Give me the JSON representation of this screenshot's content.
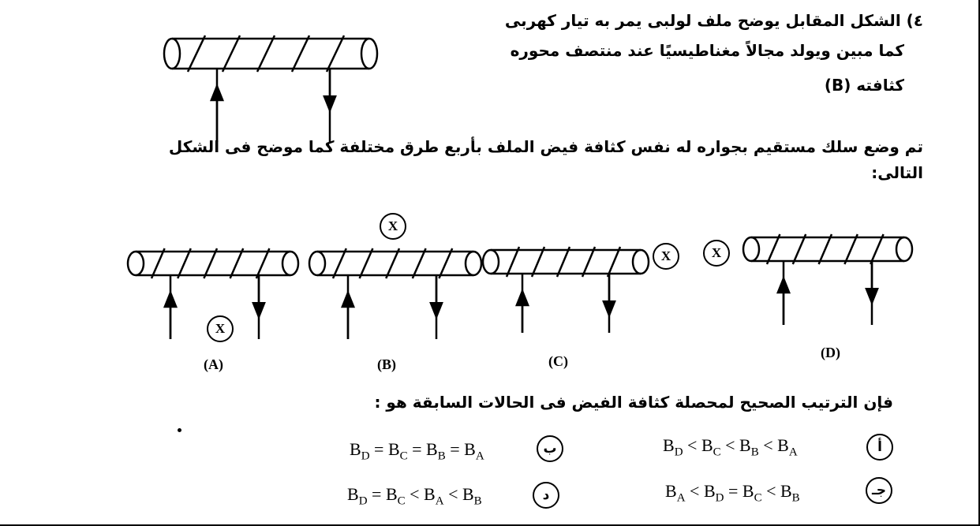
{
  "question": {
    "line1": "٤) الشكل المقابل يوضح ملف لولبى يمر به تيار كهربى",
    "line2": "كما مبين ويولد مجالاً مغناطيسيًا عند منتصف محوره",
    "line3": "كثافته (B)",
    "line4": "تم وضع سلك مستقيم بجواره له نفس كثافة فيض الملف بأربع طرق مختلفة كما موضح فى الشكل",
    "line5": "التالى:",
    "line6": "فإن الترتيب الصحيح لمحصلة كثافة الفيض فى الحالات السابقة هو :"
  },
  "wire_symbol": "X",
  "case_labels": [
    "(A)",
    "(B)",
    "(C)",
    "(D)"
  ],
  "options": [
    {
      "letter": "أ",
      "parts": [
        "B",
        "D",
        " < ",
        "B",
        "C",
        " < ",
        "B",
        "B",
        " < ",
        "B",
        "A"
      ]
    },
    {
      "letter": "ب",
      "parts": [
        "B",
        "D",
        " = ",
        "B",
        "C",
        " = ",
        "B",
        "B",
        " = ",
        "B",
        "A"
      ]
    },
    {
      "letter": "جـ",
      "parts": [
        "B",
        "A",
        " < ",
        "B",
        "D",
        " = ",
        "B",
        "C",
        " < ",
        "B",
        "B"
      ]
    },
    {
      "letter": "د",
      "parts": [
        "B",
        "D",
        " = ",
        "B",
        "C",
        " < ",
        "B",
        "A",
        " < ",
        "B",
        "B"
      ]
    }
  ]
}
